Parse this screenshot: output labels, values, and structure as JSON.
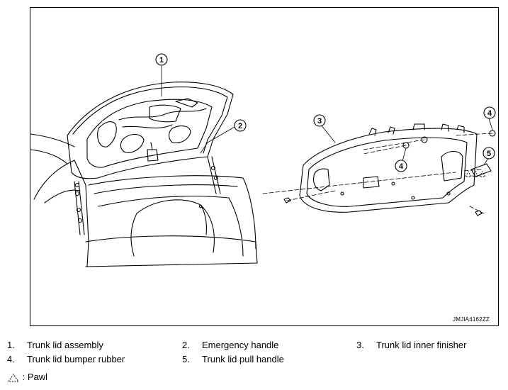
{
  "figure": {
    "code": "JMJIA4162ZZ",
    "callouts": [
      "1",
      "2",
      "3",
      "4",
      "4",
      "5"
    ]
  },
  "legend": {
    "items": [
      {
        "num": "1.",
        "label": "Trunk lid assembly"
      },
      {
        "num": "2.",
        "label": "Emergency handle"
      },
      {
        "num": "3.",
        "label": "Trunk lid inner finisher"
      },
      {
        "num": "4.",
        "label": "Trunk lid bumper rubber"
      },
      {
        "num": "5.",
        "label": "Trunk lid pull handle"
      }
    ],
    "pawl_label": ": Pawl"
  }
}
